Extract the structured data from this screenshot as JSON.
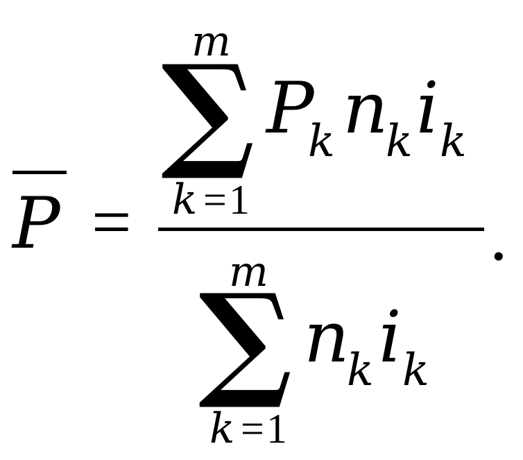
{
  "formula": {
    "lhs": {
      "symbol": "P",
      "bar": true
    },
    "equals": "=",
    "numerator": {
      "sum": {
        "symbol": "∑",
        "upper": "m",
        "lower_index": "k",
        "lower_equals": "=",
        "lower_value": "1"
      },
      "terms": [
        {
          "base": "P",
          "subscript": "k"
        },
        {
          "base": "n",
          "subscript": "k"
        },
        {
          "base": "i",
          "subscript": "k"
        }
      ]
    },
    "denominator": {
      "sum": {
        "symbol": "∑",
        "upper": "m",
        "lower_index": "k",
        "lower_equals": "=",
        "lower_value": "1"
      },
      "terms": [
        {
          "base": "n",
          "subscript": "k"
        },
        {
          "base": "i",
          "subscript": "k"
        }
      ]
    },
    "period": "."
  }
}
